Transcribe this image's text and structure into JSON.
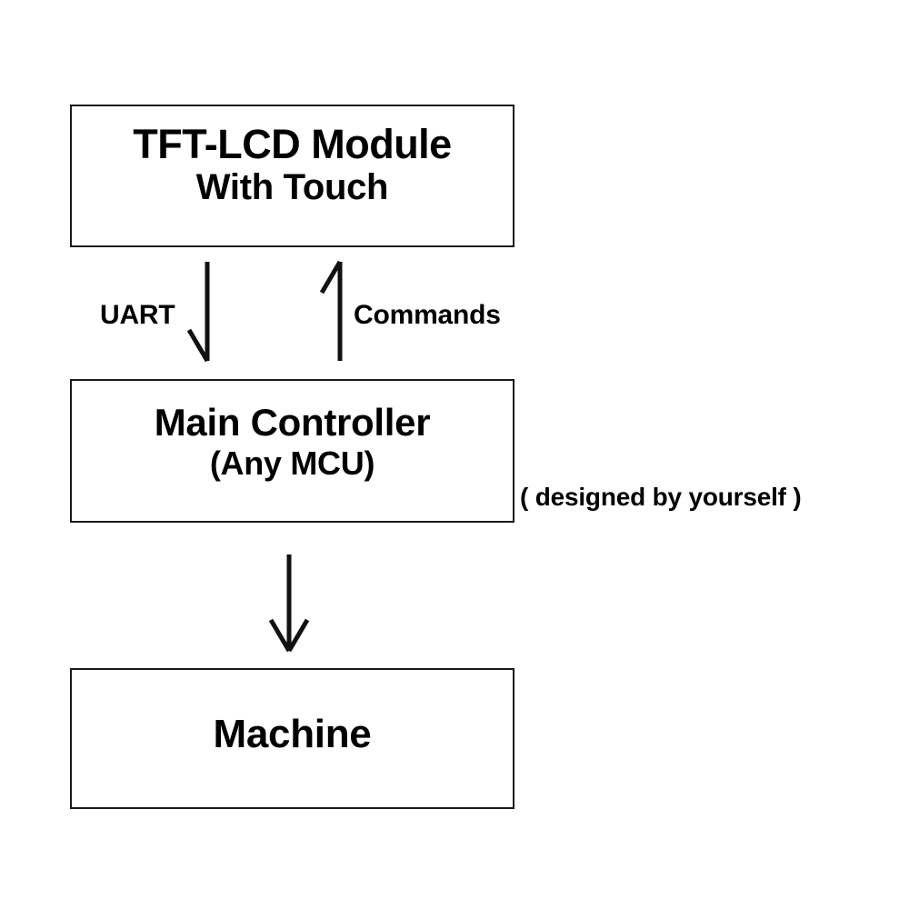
{
  "diagram": {
    "title": "TFT-LCD Module to Main Controller to Machine block diagram",
    "background_color": "#ffffff",
    "stroke_color": "#1a1a1a",
    "text_color": "#000000",
    "nodes": [
      {
        "id": "display",
        "line_1": "TFT-LCD Module",
        "line_2": "With Touch"
      },
      {
        "id": "controller",
        "line_1": "Main Controller",
        "line_2": "(Any MCU)"
      },
      {
        "id": "machine",
        "line_1": "Machine"
      }
    ],
    "edges": [
      {
        "id": "uart-down",
        "label": "UART",
        "direction": "down",
        "from": "display",
        "to": "controller",
        "arrowhead": "single-barb"
      },
      {
        "id": "commands-up",
        "label": "Commands",
        "direction": "up",
        "from": "controller",
        "to": "display",
        "arrowhead": "single-barb"
      },
      {
        "id": "controller-to-machine",
        "label": "",
        "direction": "down",
        "from": "controller",
        "to": "machine",
        "arrowhead": "full-v"
      }
    ],
    "annotations": [
      {
        "id": "designed-note",
        "text": "( designed by yourself )"
      }
    ]
  }
}
